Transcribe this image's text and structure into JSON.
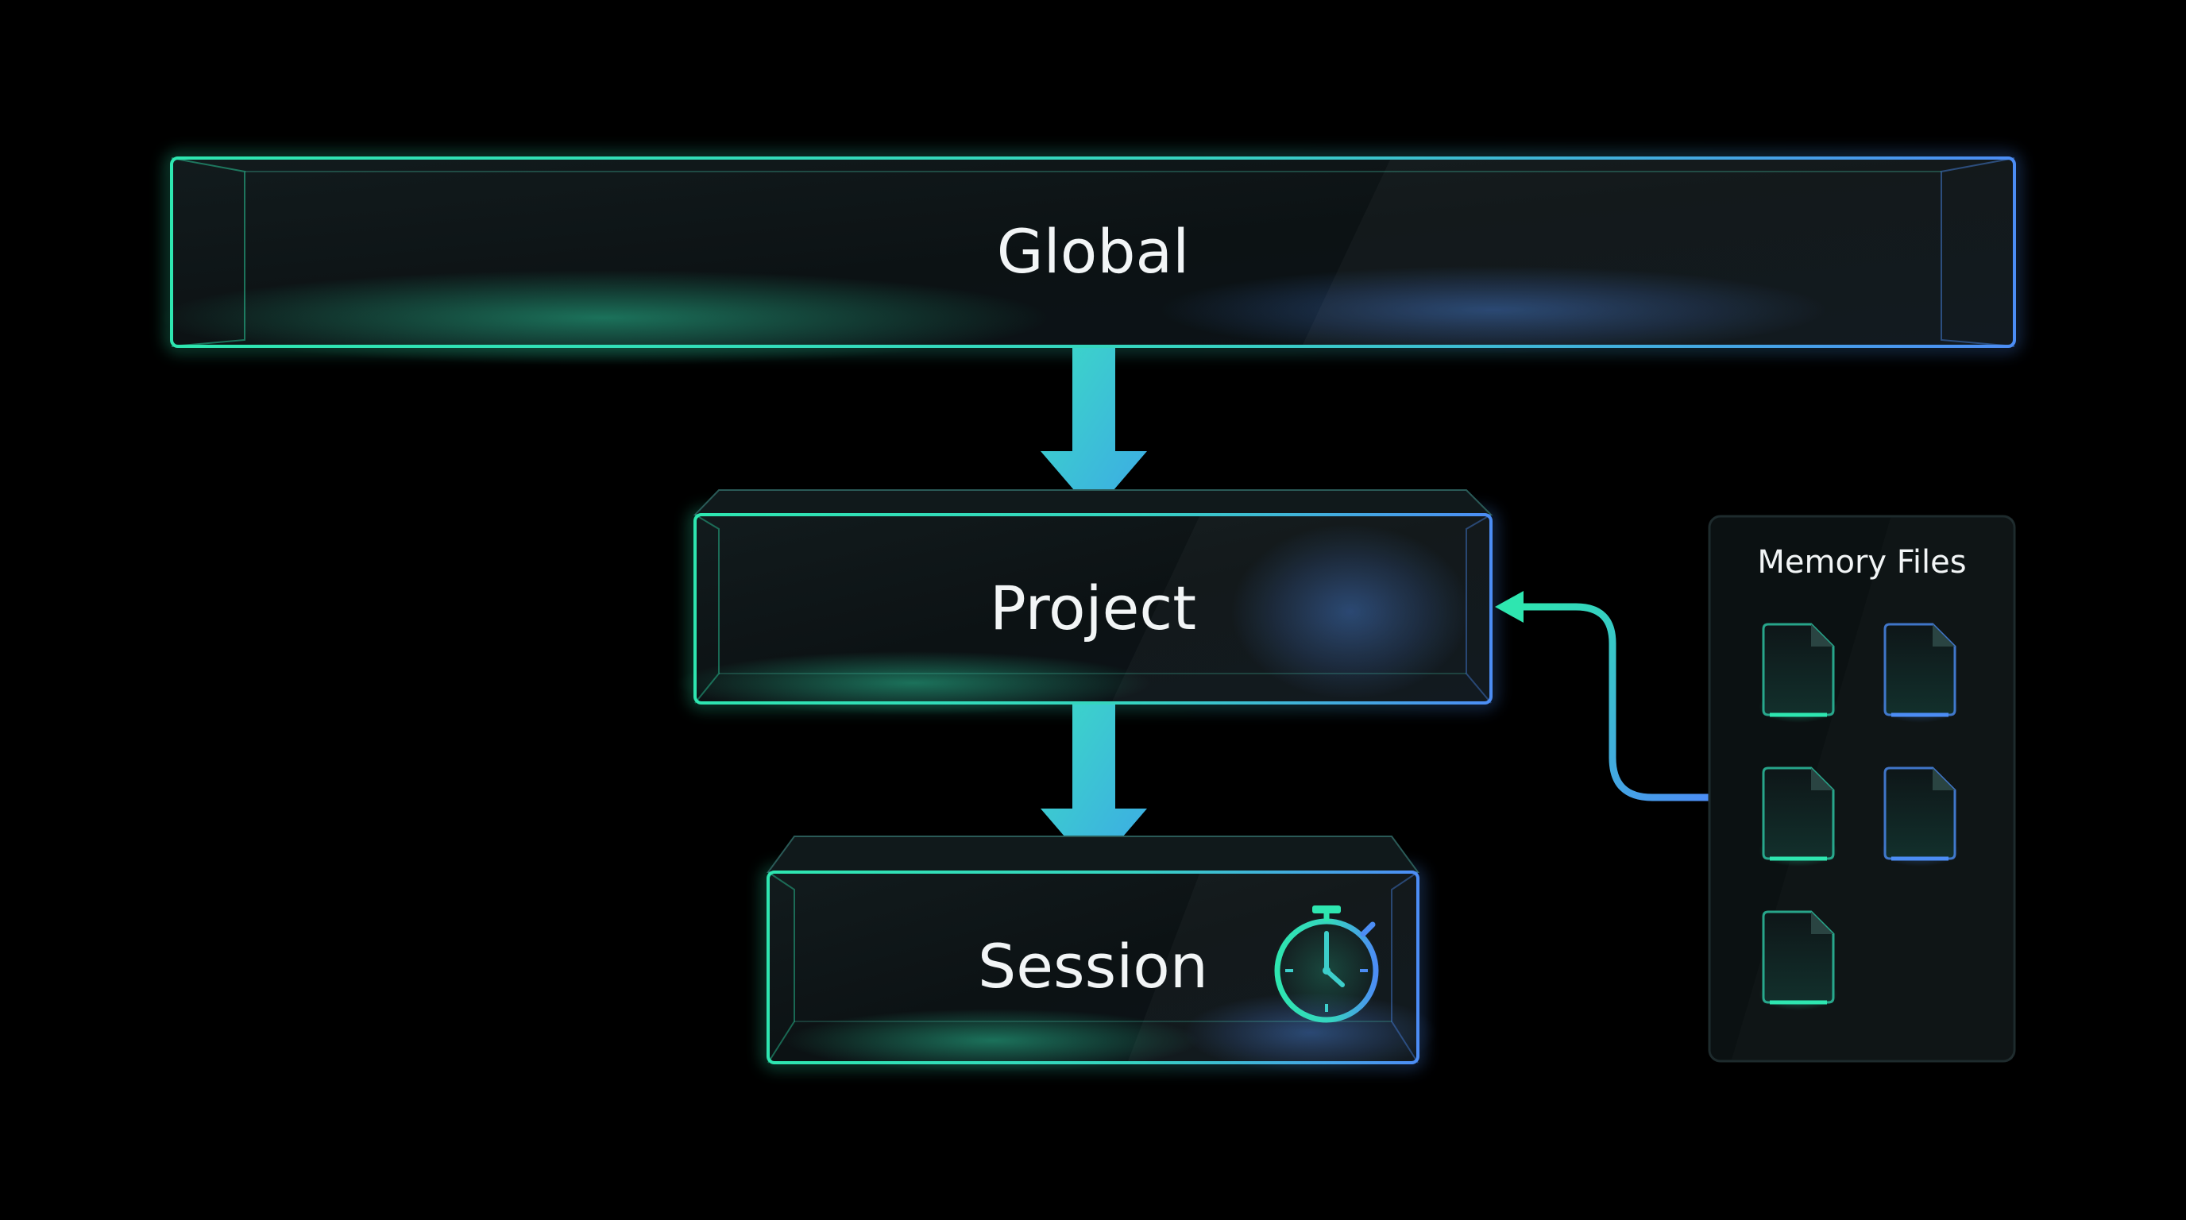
{
  "colors": {
    "background": "#000000",
    "teal": "#2EE6B0",
    "blue": "#4C8DF5",
    "panel": "#0E1416",
    "text": "#F2F5F6"
  },
  "tiers": {
    "global": {
      "label": "Global"
    },
    "project": {
      "label": "Project"
    },
    "session": {
      "label": "Session",
      "icon": "stopwatch-icon"
    }
  },
  "memory_files": {
    "title": "Memory Files",
    "file_count": 5,
    "icon": "file-icon"
  },
  "connectors": [
    "global-to-project",
    "project-to-session",
    "memory-files-to-project"
  ]
}
